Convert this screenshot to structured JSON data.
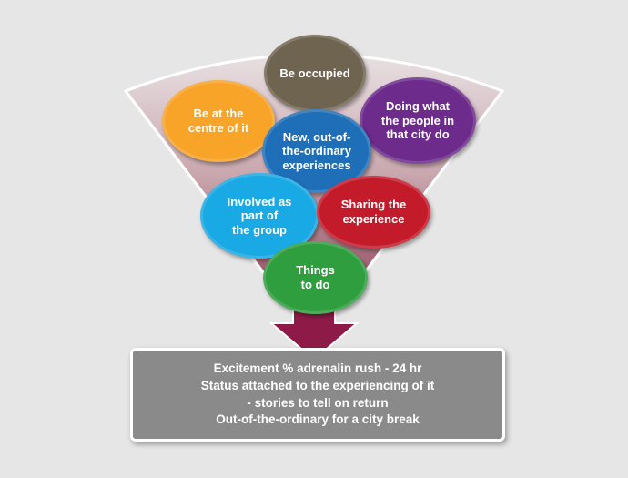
{
  "bubbles": [
    {
      "id": "occupied",
      "label": "Be occupied",
      "color": "#6f6450"
    },
    {
      "id": "centre",
      "label": "Be at the\ncentre of it",
      "color": "#f7a429"
    },
    {
      "id": "doing",
      "label": "Doing what\nthe people in\nthat city do",
      "color": "#6d2b8c"
    },
    {
      "id": "new",
      "label": "New, out-of-\nthe-ordinary\nexperiences",
      "color": "#1f6fb8"
    },
    {
      "id": "involved",
      "label": "Involved as\npart of\nthe group",
      "color": "#19a9e4"
    },
    {
      "id": "sharing",
      "label": "Sharing the\nexperience",
      "color": "#c41b2a"
    },
    {
      "id": "things",
      "label": "Things\nto do",
      "color": "#2e9e3e"
    }
  ],
  "result": {
    "lines": [
      "Excitement % adrenalin rush - 24 hr",
      "Status attached to the experiencing of it",
      "- stories to tell on return",
      "Out-of-the-ordinary for a city break"
    ]
  },
  "colors": {
    "funnel_fill": "#c8a6ad",
    "arrow": "#8e1b47",
    "result_box": "#8a8a8a",
    "background": "#e6e6e6"
  }
}
